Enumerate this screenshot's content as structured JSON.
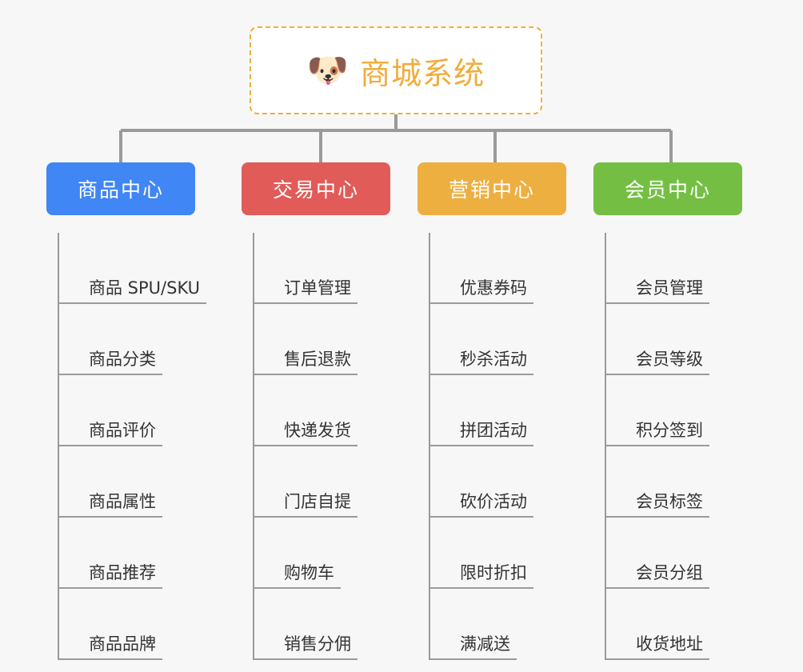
{
  "page": {
    "background_color": "#f7f7f7",
    "type": "mindmap-org-chart"
  },
  "root": {
    "icon": "dog-face-emoji",
    "emoji": "🐶",
    "title": "商城系统",
    "text_color": "#f0ad3c",
    "border_color": "#f0ad3c",
    "border_style": "dashed",
    "background": "#ffffff"
  },
  "connector": {
    "color": "#9a9a9a"
  },
  "columns": [
    {
      "id": "product-center",
      "title": "商品中心",
      "color": "#4086f4",
      "items": [
        {
          "label": "商品 SPU/SKU"
        },
        {
          "label": "商品分类"
        },
        {
          "label": "商品评价"
        },
        {
          "label": "商品属性"
        },
        {
          "label": "商品推荐"
        },
        {
          "label": "商品品牌"
        }
      ]
    },
    {
      "id": "trade-center",
      "title": "交易中心",
      "color": "#e15b59",
      "items": [
        {
          "label": "订单管理"
        },
        {
          "label": "售后退款"
        },
        {
          "label": "快递发货"
        },
        {
          "label": "门店自提"
        },
        {
          "label": "购物车"
        },
        {
          "label": "销售分佣"
        }
      ]
    },
    {
      "id": "marketing-center",
      "title": "营销中心",
      "color": "#eeaf41",
      "items": [
        {
          "label": "优惠券码"
        },
        {
          "label": "秒杀活动"
        },
        {
          "label": "拼团活动"
        },
        {
          "label": "砍价活动"
        },
        {
          "label": "限时折扣"
        },
        {
          "label": "满减送"
        }
      ]
    },
    {
      "id": "member-center",
      "title": "会员中心",
      "color": "#74bf43",
      "items": [
        {
          "label": "会员管理"
        },
        {
          "label": "会员等级"
        },
        {
          "label": "积分签到"
        },
        {
          "label": "会员标签"
        },
        {
          "label": "会员分组"
        },
        {
          "label": "收货地址"
        }
      ]
    }
  ]
}
